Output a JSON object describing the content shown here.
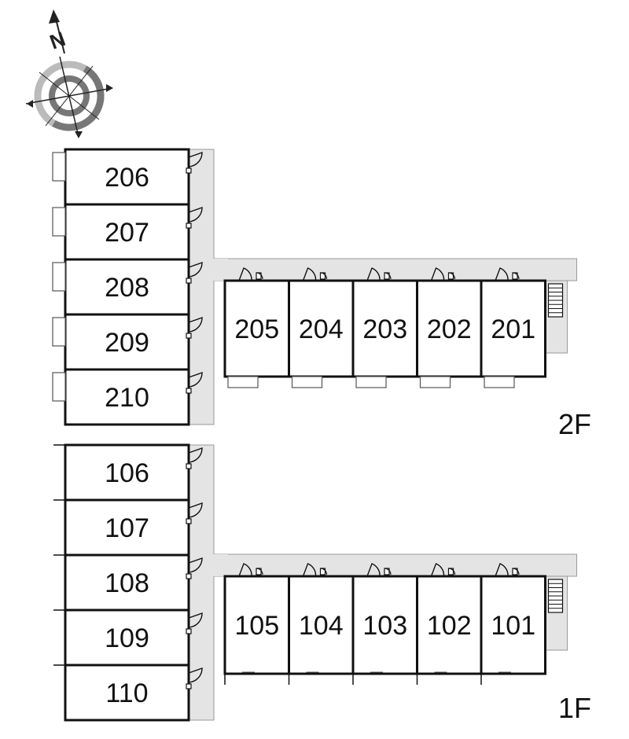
{
  "compass": {
    "north_label": "N",
    "icon": "compass-icon"
  },
  "floors": [
    {
      "label": "2F",
      "wing_units": [
        "206",
        "207",
        "208",
        "209",
        "210"
      ],
      "row_units": [
        "205",
        "204",
        "203",
        "202",
        "201"
      ]
    },
    {
      "label": "1F",
      "wing_units": [
        "106",
        "107",
        "108",
        "109",
        "110"
      ],
      "row_units": [
        "105",
        "104",
        "103",
        "102",
        "101"
      ]
    }
  ],
  "colors": {
    "corridor": "#e4e4e4",
    "wall": "#111111",
    "compass_gray": "#777777",
    "compass_light": "#bbbbbb"
  }
}
